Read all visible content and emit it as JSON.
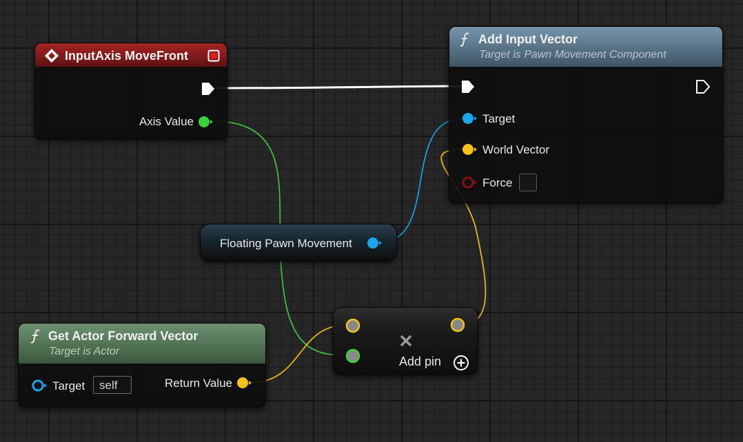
{
  "nodes": {
    "input_axis": {
      "title": "InputAxis MoveFront",
      "pins": {
        "axis_value": "Axis Value"
      }
    },
    "add_input_vector": {
      "title": "Add Input Vector",
      "subtitle": "Target is Pawn Movement Component",
      "pins": {
        "target": "Target",
        "world_vector": "World Vector",
        "force": "Force"
      }
    },
    "floating_pawn": {
      "title": "Floating Pawn Movement"
    },
    "get_forward": {
      "title": "Get Actor Forward Vector",
      "subtitle": "Target is Actor",
      "pins": {
        "target": "Target",
        "target_default": "self",
        "return_value": "Return Value"
      }
    },
    "multiply": {
      "add_pin": "Add pin"
    }
  },
  "colors": {
    "exec": "#ffffff",
    "float_pin": "#3cd03c",
    "object_pin": "#1aa6e8",
    "vector_pin": "#f5c21a",
    "bool_pin": "#8a1010",
    "wildcard_pin": "#8a8a8a",
    "event_header": "#8e1c1c",
    "function_header": "#5a7c95",
    "pure_function_header": "#4f7350"
  },
  "icons": {
    "event": "diamond-event-icon",
    "function": "function-f-icon",
    "delegate": "red-square-delegate-icon",
    "remove": "x-remove-icon",
    "add": "plus-circle-icon"
  }
}
